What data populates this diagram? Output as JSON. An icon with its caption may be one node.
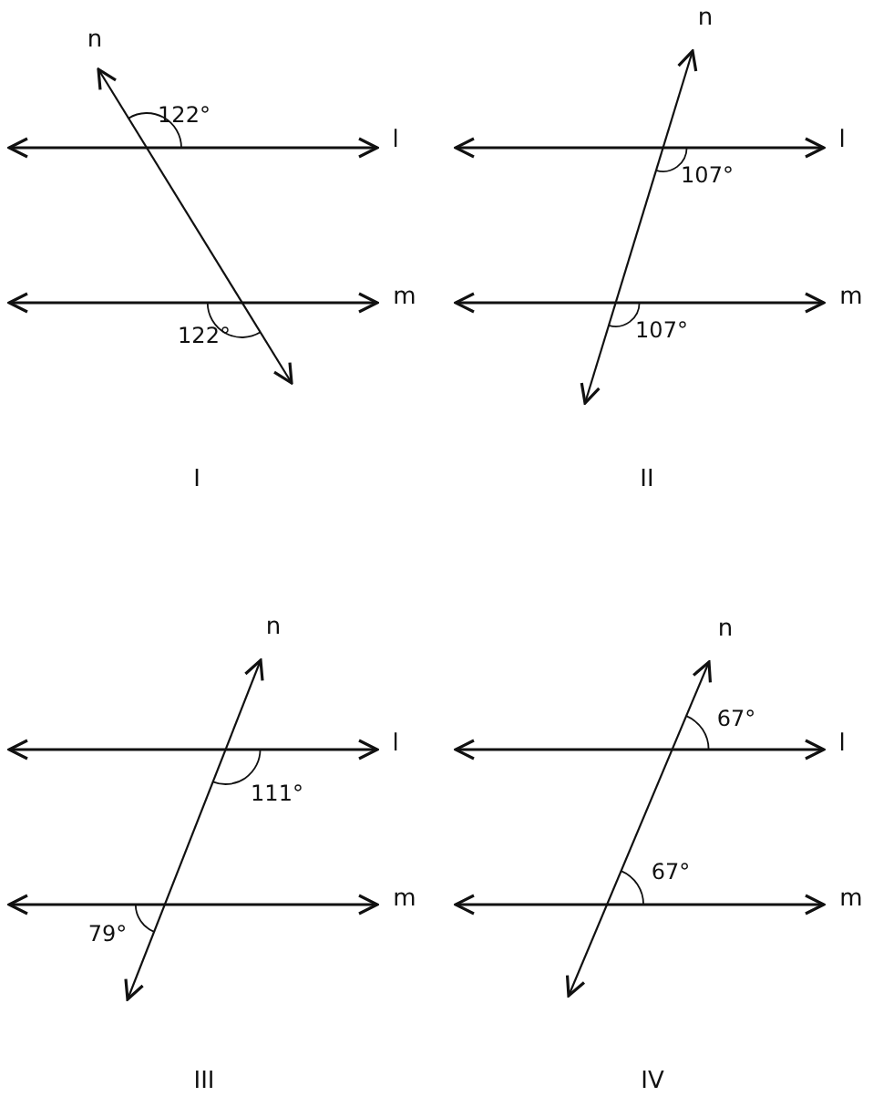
{
  "diagram": {
    "labels": [
      "n",
      "122°",
      "l",
      "m",
      "122°",
      "I",
      "n",
      "l",
      "107°",
      "m",
      "107°",
      "II",
      "n",
      "l",
      "111°",
      "m",
      "79°",
      "III",
      "n",
      "67°",
      "l",
      "67°",
      "m",
      "IV"
    ]
  }
}
